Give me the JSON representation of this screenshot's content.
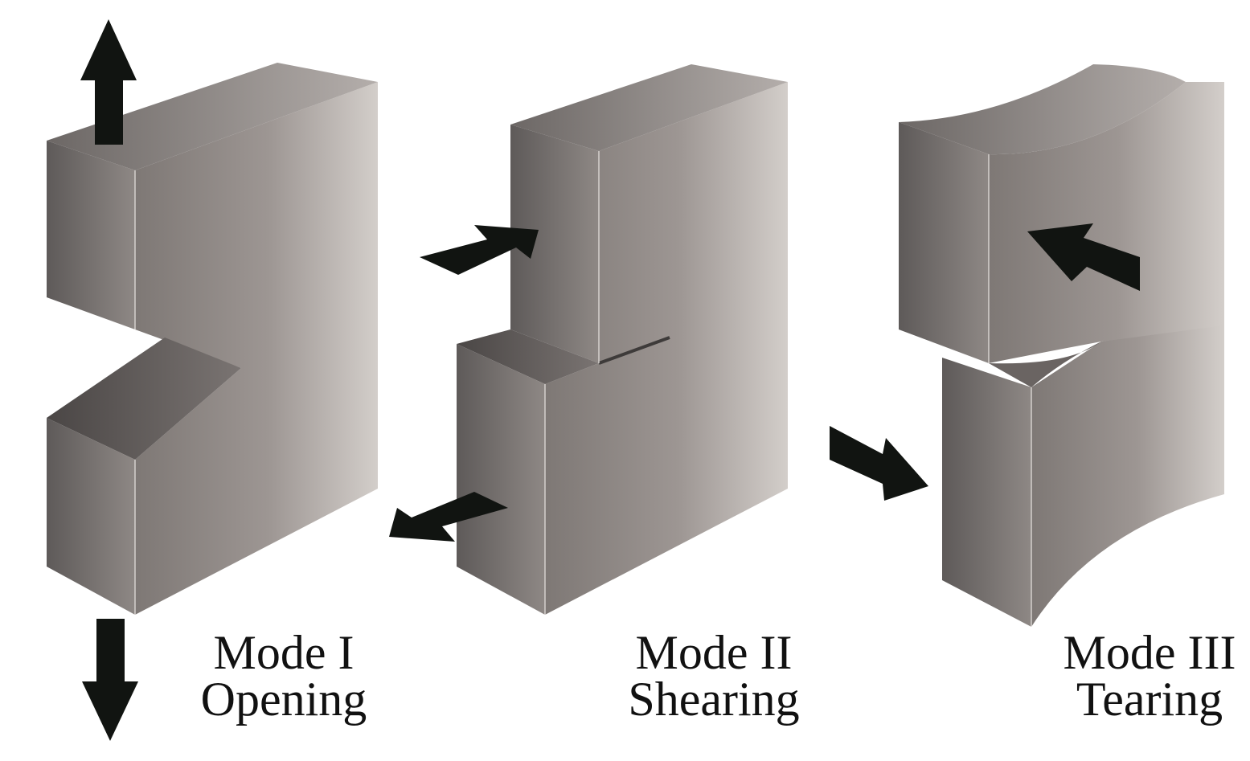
{
  "figure": {
    "modes": [
      {
        "name": "Mode I",
        "label": "Opening"
      },
      {
        "name": "Mode II",
        "label": "Shearing"
      },
      {
        "name": "Mode III",
        "label": "Tearing"
      }
    ]
  },
  "colors": {
    "background": "#ffffff",
    "block_dark": "#5f5c5b",
    "block_mid": "#8c8582",
    "block_light": "#d4cfcc",
    "arrow": "#111411"
  }
}
